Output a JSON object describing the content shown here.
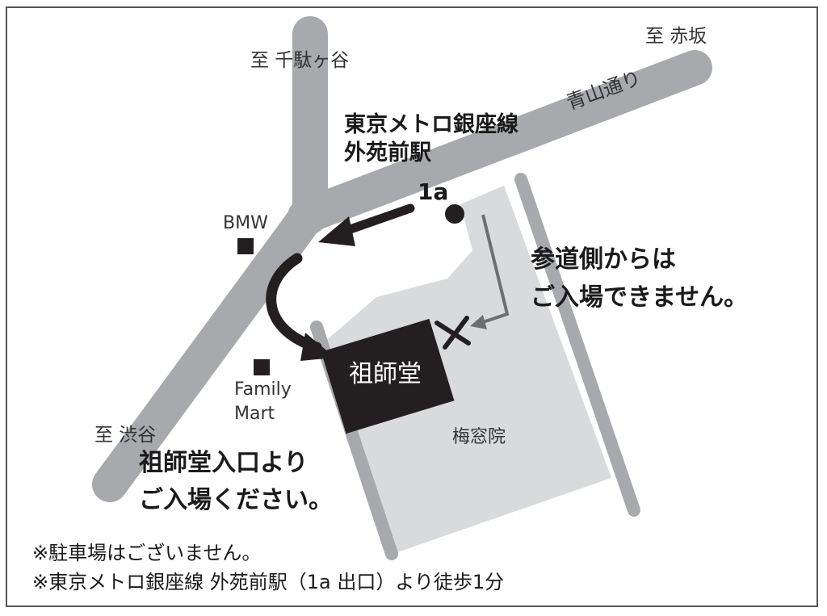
{
  "map": {
    "directions": {
      "sendagaya": "至 千駄ヶ谷",
      "akasaka": "至 赤坂",
      "shibuya": "至 渋谷"
    },
    "road_label": "青山通り",
    "station": {
      "line1": "東京メトロ銀座線",
      "line2": "外苑前駅",
      "exit": "1a"
    },
    "landmarks": {
      "bmw": "BMW",
      "family_mart_1": "Family",
      "family_mart_2": "Mart"
    },
    "buildings": {
      "soshido": "祖師堂",
      "baisoin": "梅窓院"
    },
    "notices": {
      "no_entry_1": "参道側からは",
      "no_entry_2": "ご入場できません。",
      "entrance_1": "祖師堂入口より",
      "entrance_2": "ご入場ください。"
    },
    "footnotes": {
      "parking": "※駐車場はございません。",
      "access": "※東京メトロ銀座線 外苑前駅（1a 出口）より徒歩1分"
    },
    "colors": {
      "road": "#a7a9ac",
      "grounds": "#d9dadc",
      "building": "#231f20",
      "arrow": "#231f20",
      "frame": "#555555"
    }
  }
}
